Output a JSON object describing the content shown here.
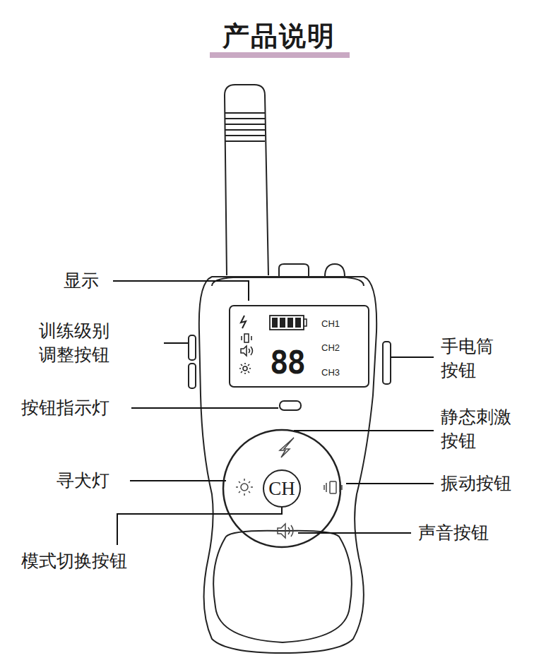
{
  "diagram": {
    "title": "产品说明",
    "nodes": [
      {
        "text": [
          "CH"
        ]
      }
    ],
    "labels": [
      "显示",
      "训练级别 调整按钮",
      "按钮指示灯",
      "寻犬灯",
      "模式切换按钮",
      "手电筒 按钮",
      "静态刺激 按钮",
      "振动按钮",
      "声音按钮",
      "CH1",
      "CH2",
      "CH3",
      "88"
    ]
  }
}
